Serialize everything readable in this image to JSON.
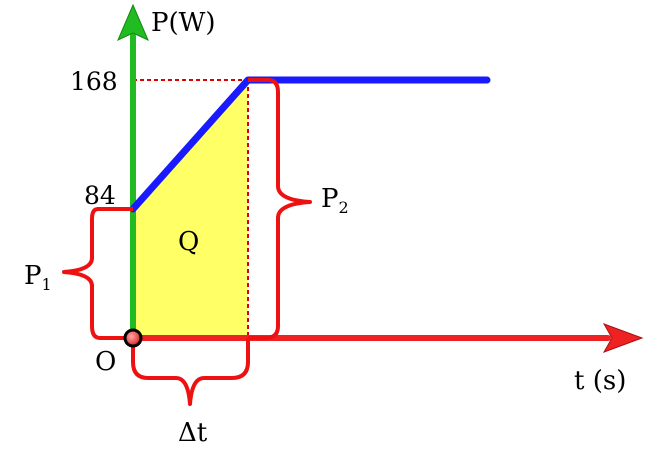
{
  "chart_data": {
    "type": "line",
    "title": "",
    "xlabel": "t (s)",
    "ylabel": "P(W)",
    "origin_label": "O",
    "y_ticks": [
      84,
      168
    ],
    "y_tick_labels": [
      "84",
      "168"
    ],
    "series": [
      {
        "points": [
          [
            0,
            84
          ],
          [
            1,
            168
          ],
          [
            4,
            168
          ]
        ]
      }
    ],
    "area_label": "Q",
    "annotations": {
      "p1": {
        "main": "P",
        "sub": "1"
      },
      "p2": {
        "main": "P",
        "sub": "2"
      },
      "delta_t": "Δt"
    },
    "colors": {
      "series": "#1a1aff",
      "area_fill": "#ffff66",
      "y_axis": "#22bb22",
      "x_axis": "#ee2222",
      "guides": "#dd0000",
      "braces": "#ee1111"
    }
  }
}
